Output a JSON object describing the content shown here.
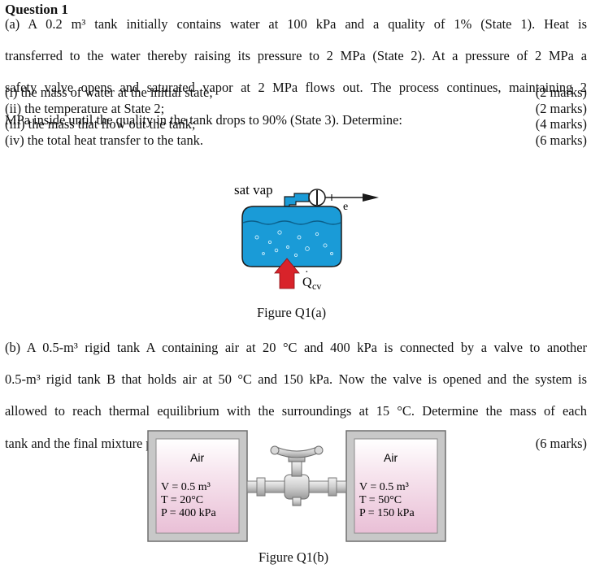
{
  "question": {
    "title": "Question 1",
    "partA": {
      "lines": [
        "(a) A 0.2 m³ tank initially contains water at 100 kPa and a quality of 1% (State 1). Heat is",
        "transferred to the water thereby raising its pressure to 2 MPa (State 2). At a pressure of 2 MPa a",
        "safety valve opens and saturated vapor at 2 MPa flows out. The process continues, maintaining 2",
        "MPa inside until the quality in the tank drops to 90% (State 3). Determine:"
      ],
      "subparts": [
        {
          "text": "(i) the mass of water at the initial state;",
          "marks": "(2 marks)"
        },
        {
          "text": "(ii) the temperature at State 2;",
          "marks": "(2 marks)"
        },
        {
          "text": "(iii) the mass that flow out the tank;",
          "marks": "(4 marks)"
        },
        {
          "text": "(iv) the total heat transfer to the tank.",
          "marks": "(6 marks)"
        }
      ],
      "figure": {
        "sat_vap_label": "sat vap",
        "exit_label": "e",
        "heat_label": "Q",
        "heat_sub": "cv",
        "caption": "Figure Q1(a)"
      }
    },
    "partB": {
      "lines": [
        "(b) A 0.5-m³ rigid tank A containing air at 20 °C and 400 kPa is connected by a valve to another",
        "0.5-m³ rigid tank B that holds air at 50 °C and 150 kPa. Now the valve is opened and the system is",
        "allowed to reach thermal equilibrium with the surroundings at 15 °C. Determine the mass of each"
      ],
      "last_line": "tank and the final mixture pressure.",
      "marks": "(6 marks)",
      "figure": {
        "tankA": {
          "title": "Air",
          "V": "V = 0.5 m³",
          "T": "T = 20°C",
          "P": "P = 400 kPa"
        },
        "tankB": {
          "title": "Air",
          "V": "V = 0.5 m³",
          "T": "T = 50°C",
          "P": "P = 150 kPa"
        },
        "caption": "Figure Q1(b)"
      }
    }
  },
  "colors": {
    "tank_blue": "#1a9bd7",
    "tank_outline": "#1a1a1a",
    "arrow_red": "#d8232a",
    "tank_pink": "#efcfe0",
    "tank_frame": "#9a9a9a"
  }
}
